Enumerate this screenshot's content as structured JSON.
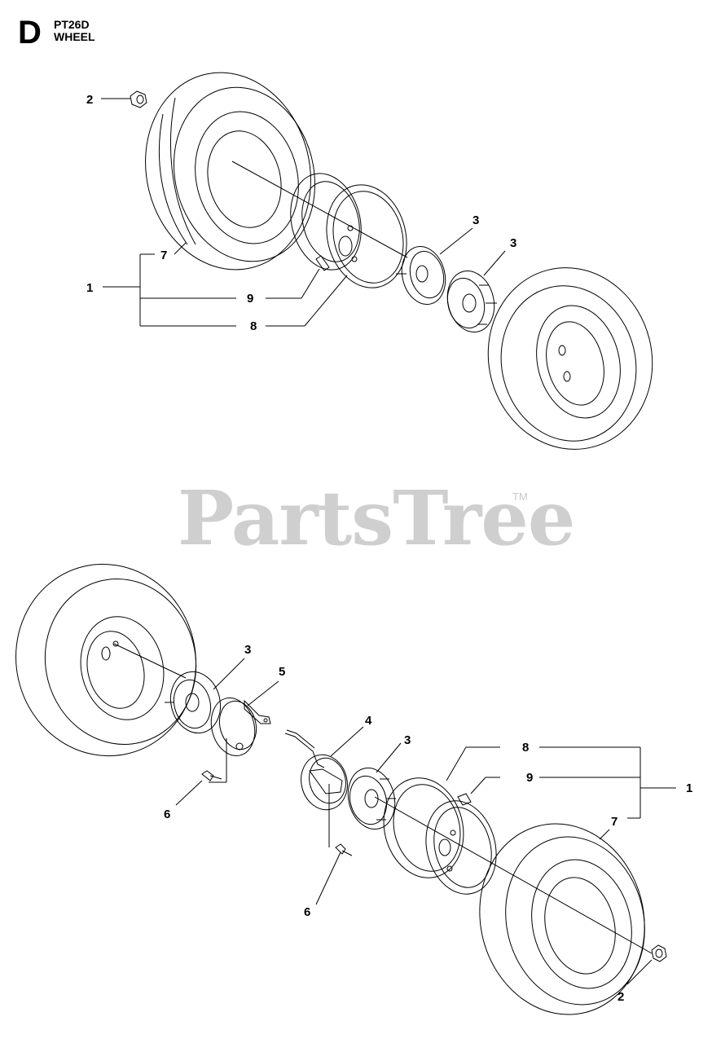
{
  "header": {
    "section_letter": "D",
    "model": "PT26D",
    "title": "WHEEL"
  },
  "watermark": {
    "text": "PartsTree",
    "trademark": "TM"
  },
  "callouts": {
    "top_nut": "2",
    "top_tire": "7",
    "top_assembly": "1",
    "top_valve": "9",
    "top_rim": "8",
    "top_hub_a": "3",
    "top_hub_b": "3",
    "bottom_hub_a": "3",
    "bottom_brake_drum": "5",
    "bottom_brake_shoe": "4",
    "bottom_hub_b": "3",
    "bottom_bolt_a": "6",
    "bottom_bolt_b": "6",
    "bottom_rim": "8",
    "bottom_valve": "9",
    "bottom_assembly": "1",
    "bottom_tire": "7",
    "bottom_nut": "2"
  },
  "colors": {
    "line": "#000000",
    "watermark": "#cfcfcf"
  }
}
